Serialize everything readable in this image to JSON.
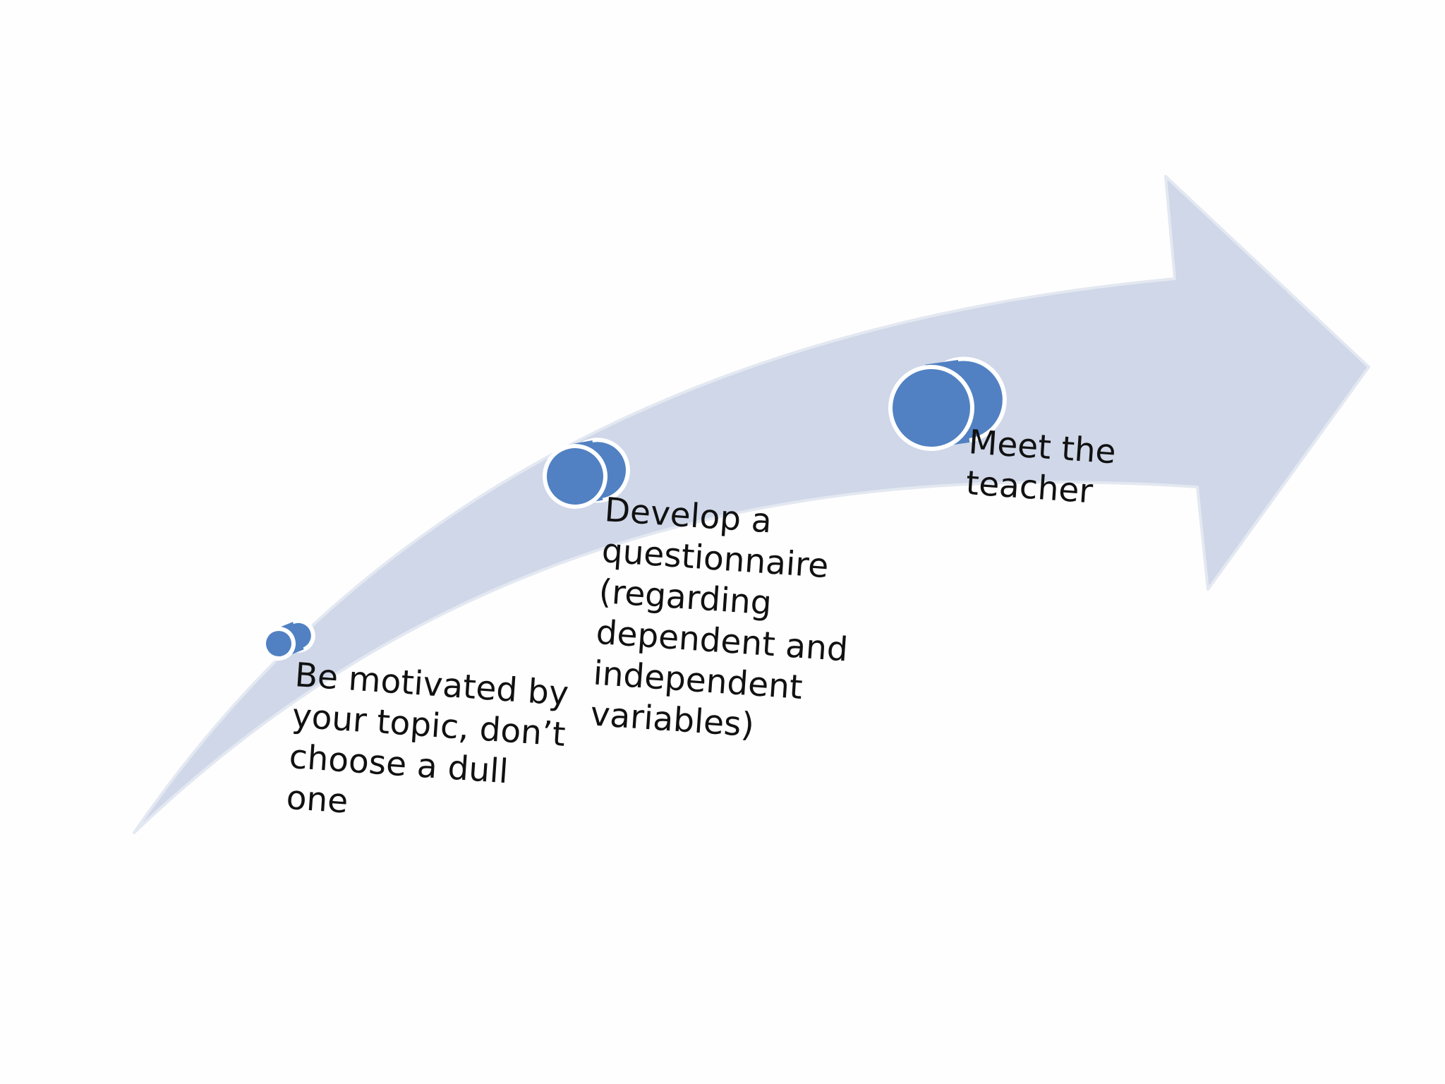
{
  "diagram": {
    "type": "ascending-process-arrow",
    "colors": {
      "arrow_fill": "#cfd7e8",
      "arrow_edge": "#e3e8f1",
      "marker_fill": "#5181c2",
      "marker_outline": "#ffffff",
      "text": "#111111",
      "background": "#fefeff"
    },
    "steps": [
      {
        "lines": [
          "Be motivated by",
          "your topic, don’t",
          "choose a dull",
          "one"
        ]
      },
      {
        "lines": [
          "Develop a",
          "questionnaire",
          "(regarding",
          "dependent and",
          "independent",
          "variables)"
        ]
      },
      {
        "lines": [
          "Meet the",
          "teacher"
        ]
      }
    ]
  }
}
